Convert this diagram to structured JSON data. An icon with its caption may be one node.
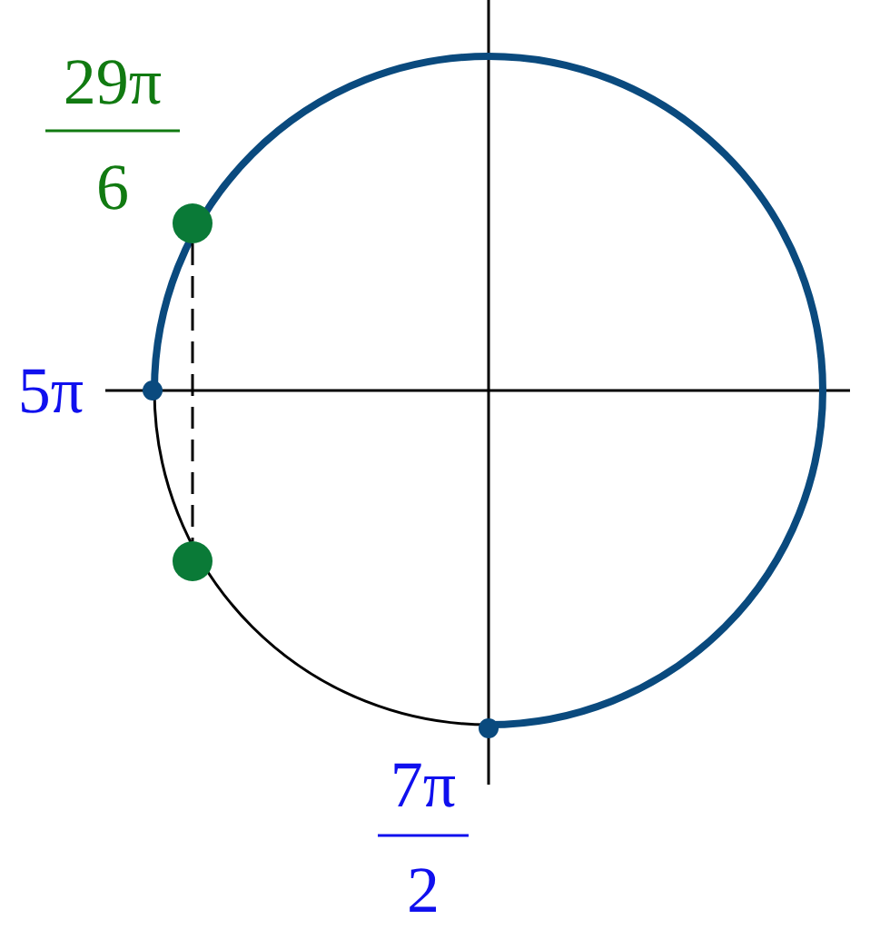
{
  "diagram": {
    "nodes": [
      {
        "text": [],
        "shape": "circle",
        "beside": [
          "29π",
          "6"
        ]
      },
      {
        "text": [],
        "shape": "circle"
      },
      {
        "text": [],
        "shape": "circle",
        "beside": [
          "5π"
        ]
      },
      {
        "text": [],
        "shape": "circle",
        "beside": [
          "7π",
          "2"
        ]
      }
    ],
    "edges": [
      {
        "from": 0,
        "to": 1,
        "arrow": "none",
        "style": "dashed"
      }
    ]
  }
}
